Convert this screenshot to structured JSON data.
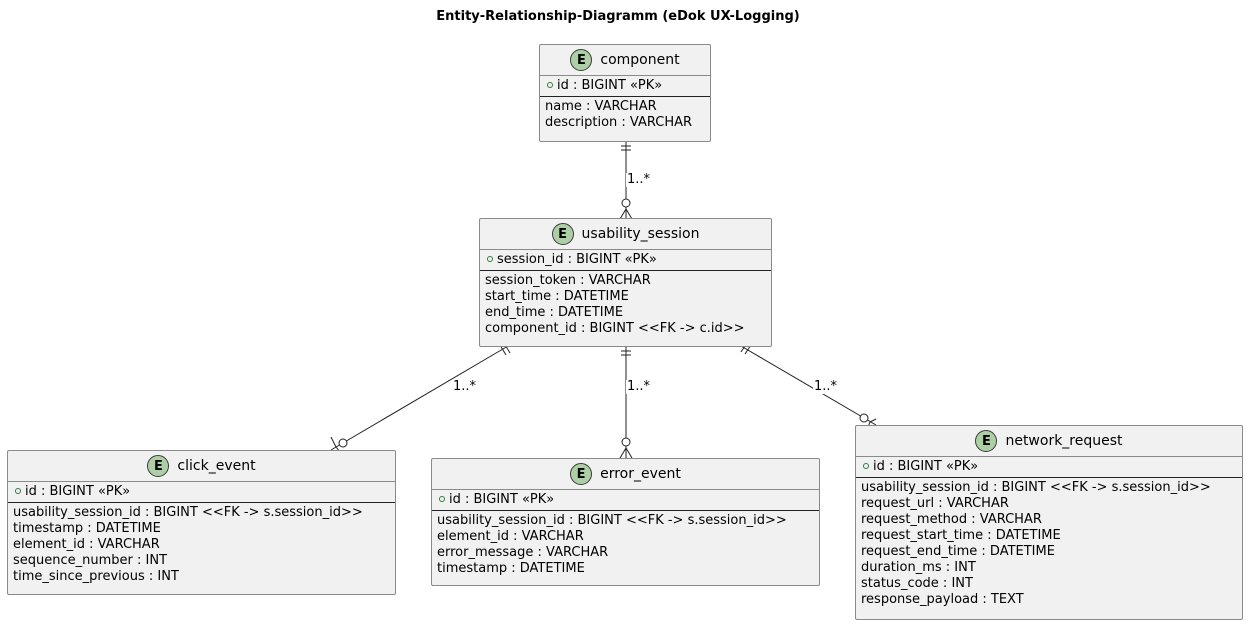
{
  "title": "Entity-Relationship-Diagramm (eDok UX-Logging)",
  "entity_badge": "E",
  "entities": {
    "component": {
      "name": "component",
      "pk": "id : BIGINT «PK»",
      "attrs": [
        "name : VARCHAR",
        "description : VARCHAR"
      ]
    },
    "usability_session": {
      "name": "usability_session",
      "pk": "session_id : BIGINT «PK»",
      "attrs": [
        "session_token : VARCHAR",
        "start_time : DATETIME",
        "end_time : DATETIME",
        "component_id : BIGINT <<FK -> c.id>>"
      ]
    },
    "click_event": {
      "name": "click_event",
      "pk": "id : BIGINT «PK»",
      "attrs": [
        "usability_session_id : BIGINT <<FK -> s.session_id>>",
        "timestamp : DATETIME",
        "element_id : VARCHAR",
        "sequence_number : INT",
        "time_since_previous : INT"
      ]
    },
    "error_event": {
      "name": "error_event",
      "pk": "id : BIGINT «PK»",
      "attrs": [
        "usability_session_id : BIGINT <<FK -> s.session_id>>",
        "element_id : VARCHAR",
        "error_message : VARCHAR",
        "timestamp : DATETIME"
      ]
    },
    "network_request": {
      "name": "network_request",
      "pk": "id : BIGINT «PK»",
      "attrs": [
        "usability_session_id : BIGINT <<FK -> s.session_id>>",
        "request_url : VARCHAR",
        "request_method : VARCHAR",
        "request_start_time : DATETIME",
        "request_end_time : DATETIME",
        "duration_ms : INT",
        "status_code : INT",
        "response_payload : TEXT"
      ]
    }
  },
  "relationships": [
    {
      "from": "component",
      "to": "usability_session",
      "label": "1..*"
    },
    {
      "from": "usability_session",
      "to": "click_event",
      "label": "1..*"
    },
    {
      "from": "usability_session",
      "to": "error_event",
      "label": "1..*"
    },
    {
      "from": "usability_session",
      "to": "network_request",
      "label": "1..*"
    }
  ],
  "colors": {
    "entity_fill": "#f1f1f1",
    "entity_border": "#8a8a8a",
    "badge_fill": "#adcfa5"
  }
}
